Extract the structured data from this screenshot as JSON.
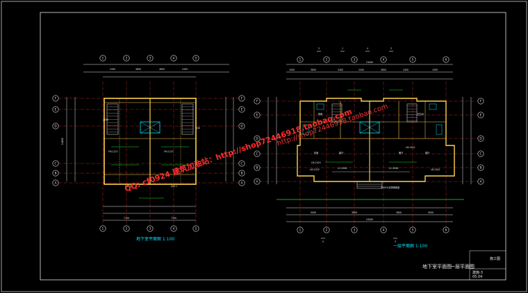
{
  "basement_plan": {
    "title": "地下室平面图 1:100",
    "dims_top": [
      "2400",
      "4600",
      "4600",
      "2400"
    ],
    "dims_bottom": [
      "7100",
      "7100"
    ],
    "height_left": "14600",
    "grid_cols": [
      "1",
      "2",
      "3",
      "4",
      "5"
    ],
    "grid_rows": [
      "F",
      "E",
      "D",
      "C",
      "B",
      "A"
    ]
  },
  "ground_plan": {
    "title": "一层平面图 1:100",
    "dims_top_total": "24000",
    "dims_bottom_total": "24000",
    "dims_top_row": [
      "1500",
      "3600",
      "2400",
      "2400",
      "3600",
      "2400",
      "1500"
    ],
    "dims_bottom_row": [
      "5000",
      "3600",
      "3600",
      "5000"
    ],
    "grid_cols": [
      "1",
      "2",
      "3",
      "4",
      "5",
      "6"
    ],
    "section_marks": [
      "5",
      "1",
      "4",
      "5"
    ],
    "room_labels": [
      "卧室",
      "客厅",
      "餐厅",
      "厨房",
      "卫生间",
      "客厅"
    ],
    "window_labels": [
      "LC-5048",
      "LC-5048",
      "LM-2025",
      "LM-2525",
      "LM-3021",
      "LM-3021"
    ],
    "note": "2500%无障碍坡道"
  },
  "sheet": {
    "title_left": "地下室平面图",
    "title_right": "一层平面图",
    "block_code": "建施-3",
    "block_date": "05.04",
    "block_label": "施工图"
  },
  "watermarks": {
    "line1": "QQ: cf0924  建筑加油站：http://shop72446918.taobao.com",
    "line2": "http://shop72446918.taobao.com"
  },
  "colors": {
    "background": "#000000",
    "line_white": "#e8e8e8",
    "grid_red": "#ff3030",
    "wall_yellow": "#ffd24a",
    "green": "#19e619",
    "cyan": "#00e5ff",
    "watermark": "#ff2e2e"
  }
}
